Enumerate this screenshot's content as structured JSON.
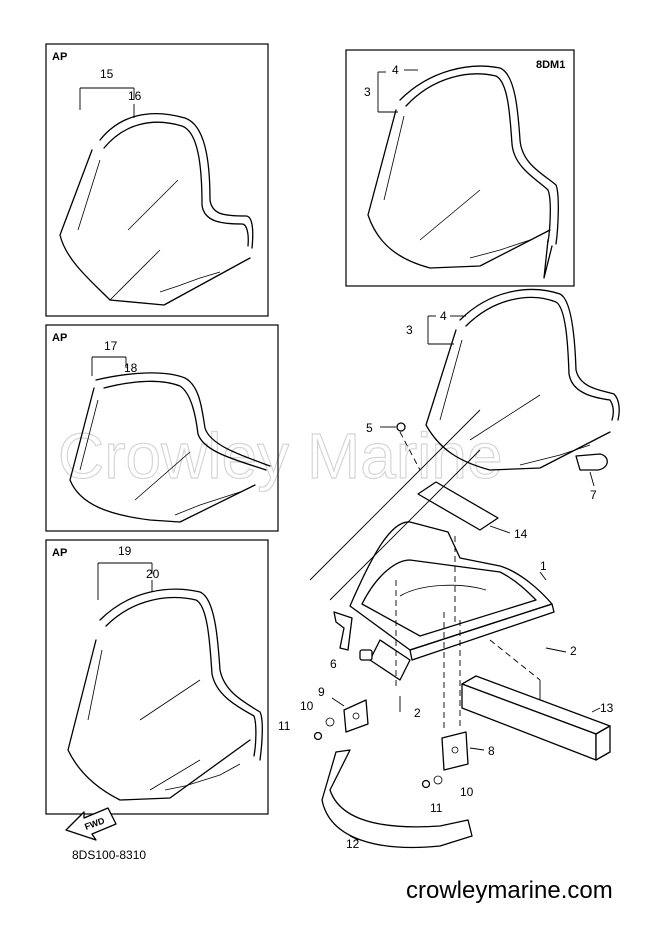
{
  "watermark": "Crowley Marine",
  "panels": [
    {
      "tag": "AP",
      "callouts": [
        "15",
        "16"
      ]
    },
    {
      "tag": "AP",
      "callouts": [
        "17",
        "18"
      ]
    },
    {
      "tag": "AP",
      "callouts": [
        "19",
        "20"
      ]
    },
    {
      "tag": "8DM1",
      "callouts": [
        "3",
        "4"
      ]
    }
  ],
  "callouts": [
    "1",
    "2",
    "2",
    "3",
    "4",
    "5",
    "6",
    "7",
    "8",
    "9",
    "10",
    "10",
    "11",
    "11",
    "12",
    "13",
    "14"
  ],
  "fwd_label": "FWD",
  "diagram_code": "8DS100-8310",
  "website": "crowleymarine.com"
}
